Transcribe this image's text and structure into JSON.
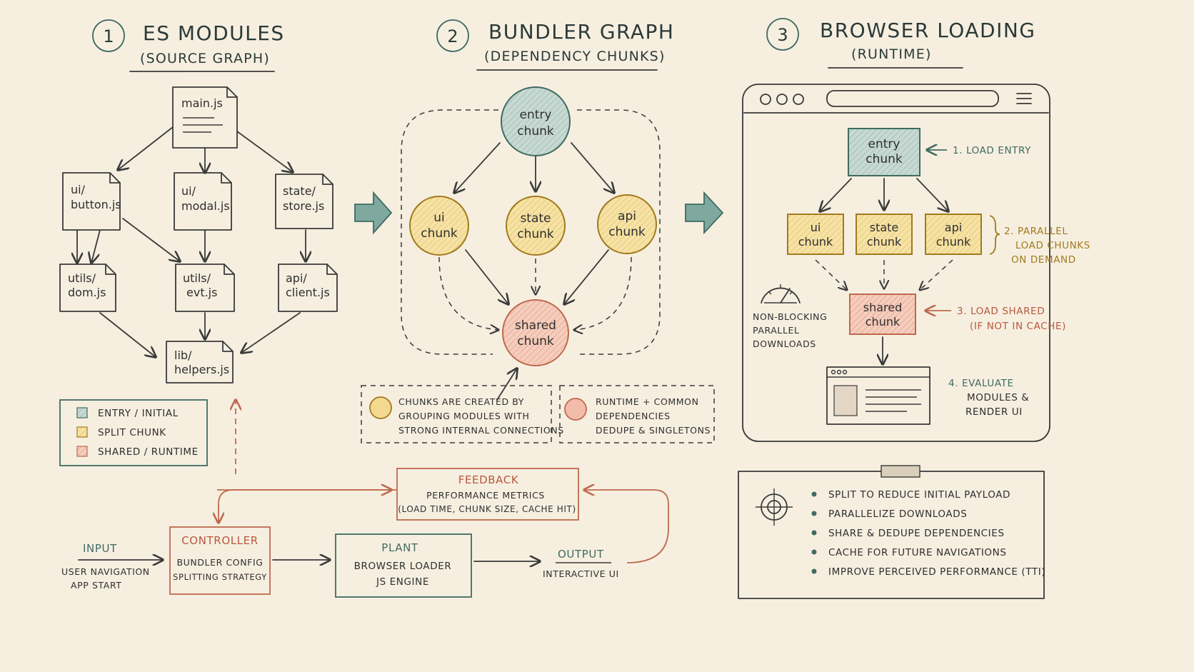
{
  "sections": {
    "s1": {
      "num": "1",
      "title": "ES MODULES",
      "subtitle": "(SOURCE GRAPH)"
    },
    "s2": {
      "num": "2",
      "title": "BUNDLER GRAPH",
      "subtitle": "(DEPENDENCY CHUNKS)"
    },
    "s3": {
      "num": "3",
      "title": "BROWSER LOADING",
      "subtitle": "(RUNTIME)"
    }
  },
  "files": {
    "main": "main.js",
    "button": [
      "ui/",
      "button.js"
    ],
    "modal": [
      "ui/",
      "modal.js"
    ],
    "store": [
      "state/",
      "store.js"
    ],
    "dom": [
      "utils/",
      "dom.js"
    ],
    "evt": [
      "utils/",
      "evt.js"
    ],
    "client": [
      "api/",
      "client.js"
    ],
    "helpers": [
      "lib/",
      "helpers.js"
    ]
  },
  "legend": {
    "entry": "ENTRY / INITIAL",
    "split": "SPLIT CHUNK",
    "shared": "SHARED / RUNTIME"
  },
  "chunks": {
    "entry": [
      "entry",
      "chunk"
    ],
    "ui": [
      "ui",
      "chunk"
    ],
    "state": [
      "state",
      "chunk"
    ],
    "api": [
      "api",
      "chunk"
    ],
    "shared": [
      "shared",
      "chunk"
    ]
  },
  "notes": {
    "grouping": [
      "CHUNKS ARE CREATED BY",
      "GROUPING MODULES WITH",
      "STRONG INTERNAL CONNECTIONS"
    ],
    "runtime": [
      "RUNTIME + COMMON",
      "DEPENDENCIES",
      "DEDUPE & SINGLETONS"
    ]
  },
  "browser": {
    "step1": "1. LOAD ENTRY",
    "step2": [
      "2. PARALLEL",
      "LOAD CHUNKS",
      "ON DEMAND"
    ],
    "step3": [
      "3. LOAD SHARED",
      "(IF NOT IN CACHE)"
    ],
    "step4": [
      "4. EVALUATE",
      "MODULES &",
      "RENDER UI"
    ],
    "gauge": [
      "NON-BLOCKING",
      "PARALLEL",
      "DOWNLOADS"
    ]
  },
  "goals": [
    "SPLIT TO REDUCE INITIAL PAYLOAD",
    "PARALLELIZE DOWNLOADS",
    "SHARE & DEDUPE DEPENDENCIES",
    "CACHE FOR FUTURE NAVIGATIONS",
    "IMPROVE PERCEIVED PERFORMANCE (TTI)"
  ],
  "loop": {
    "input_title": "INPUT",
    "input_lines": [
      "USER NAVIGATION",
      "APP START"
    ],
    "controller_title": "CONTROLLER",
    "controller_lines": [
      "BUNDLER CONFIG",
      "SPLITTING STRATEGY"
    ],
    "plant_title": "PLANT",
    "plant_lines": [
      "BROWSER LOADER",
      "JS ENGINE"
    ],
    "output_title": "OUTPUT",
    "output_lines": [
      "INTERACTIVE UI"
    ],
    "feedback_title": "FEEDBACK",
    "feedback_lines": [
      "PERFORMANCE METRICS",
      "(LOAD TIME, CHUNK SIZE, CACHE HIT)"
    ]
  },
  "colors": {
    "entry": "#b9cfc8",
    "split": "#f3d98f",
    "shared": "#f1bcaa",
    "accent_red": "#c0694e",
    "accent_green": "#3f6b62"
  }
}
